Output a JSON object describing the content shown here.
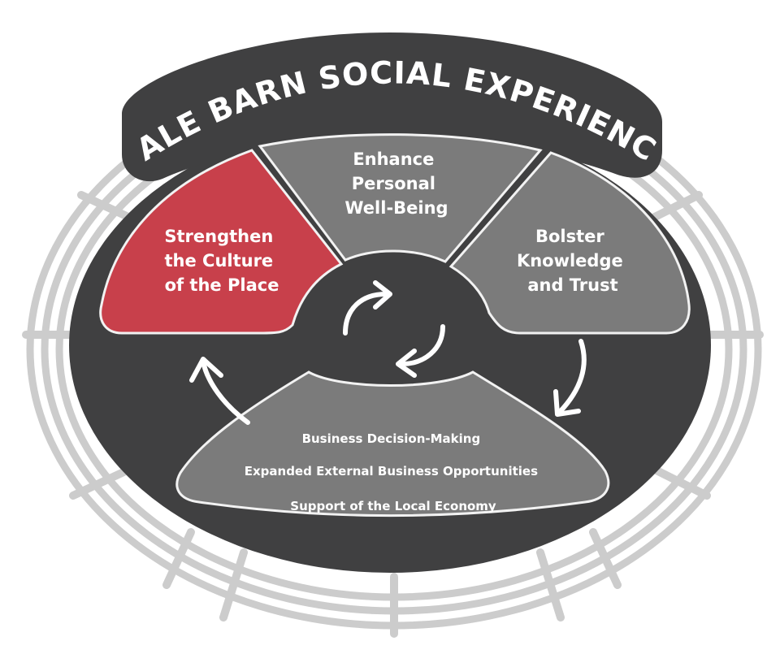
{
  "title": "SALE BARN SOCIAL EXPERIENCE",
  "segments": {
    "culture": {
      "lines": [
        "Strengthen",
        "the Culture",
        "of the Place"
      ],
      "color": "#c8404b"
    },
    "wellbeing": {
      "lines": [
        "Enhance",
        "Personal",
        "Well-Being"
      ],
      "color": "#7b7b7b"
    },
    "knowledge": {
      "lines": [
        "Bolster",
        "Knowledge",
        "and Trust"
      ],
      "color": "#7b7b7b"
    },
    "business": {
      "lines": [
        "Business Decision-Making",
        "Expanded External Business Opportunities",
        "Support of the Local Economy"
      ],
      "color": "#7b7b7b"
    }
  },
  "colors": {
    "body": "#404041",
    "fence": "#cccccc",
    "segment_outline": "#f2f2f2",
    "arrow": "#ffffff"
  },
  "icons": [
    "cycle-arrow-icon",
    "cycle-arrow-icon",
    "flow-arrow-right-icon",
    "flow-arrow-left-icon"
  ]
}
